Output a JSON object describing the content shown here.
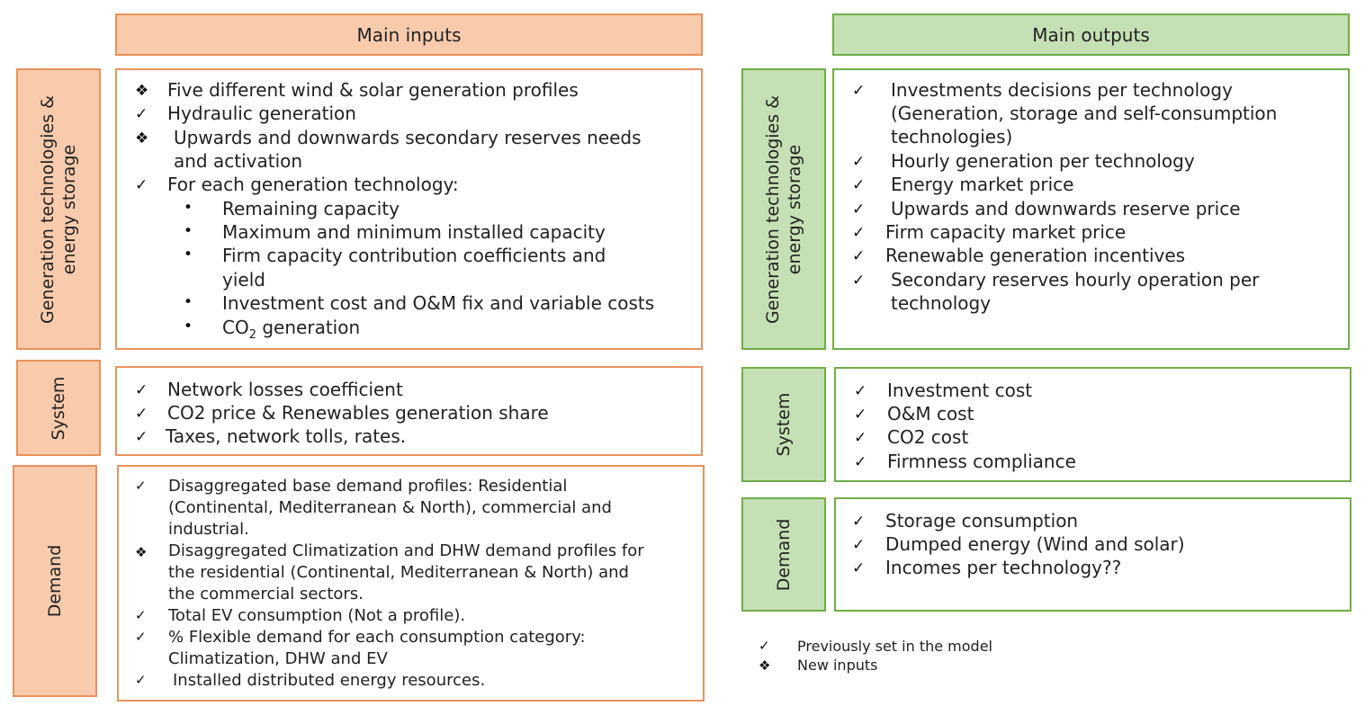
{
  "inputs": {
    "header": "Main inputs",
    "gen": {
      "label": "Generation technologies & energy storage",
      "items": [
        "Five different wind & solar generation profiles",
        "Hydraulic generation",
        "Upwards and downwards secondary reserves needs",
        "and activation",
        "For each generation technology:",
        "Remaining capacity",
        "Maximum and minimum installed capacity",
        "Firm capacity contribution coefficients and",
        "yield",
        "Investment cost and O&M fix and variable costs",
        "CO",
        "2",
        "generation"
      ]
    },
    "system": {
      "label": "System",
      "items": [
        "Network losses coefficient",
        "CO2 price & Renewables generation share",
        "Taxes, network tolls, rates."
      ]
    },
    "demand": {
      "label": "Demand",
      "items": [
        "Disaggregated base demand profiles: Residential",
        "(Continental, Mediterranean & North), commercial and",
        "industrial.",
        "Disaggregated Climatization and DHW demand profiles for",
        "the residential (Continental, Mediterranean & North) and",
        "the commercial sectors.",
        "Total EV consumption (Not a profile).",
        "% Flexible demand for each consumption category:",
        "Climatization, DHW and EV",
        "Installed distributed energy resources."
      ]
    }
  },
  "outputs": {
    "header": "Main outputs",
    "gen": {
      "label": "Generation technologies & energy storage",
      "items": [
        "Investments decisions per technology",
        "(Generation, storage and self-consumption",
        "technologies)",
        "Hourly generation per technology",
        "Energy market price",
        "Upwards and downwards reserve price",
        "Firm capacity market price",
        "Renewable generation incentives",
        "Secondary reserves hourly operation per",
        "technology"
      ]
    },
    "system": {
      "label": "System",
      "items": [
        "Investment cost",
        "O&M cost",
        "CO2 cost",
        "Firmness compliance"
      ]
    },
    "demand": {
      "label": "Demand",
      "items": [
        "Storage consumption",
        "Dumped energy (Wind and solar)",
        "Incomes per technology??"
      ]
    }
  },
  "legend": {
    "previous": "Previously set in the model",
    "new": "New inputs"
  }
}
